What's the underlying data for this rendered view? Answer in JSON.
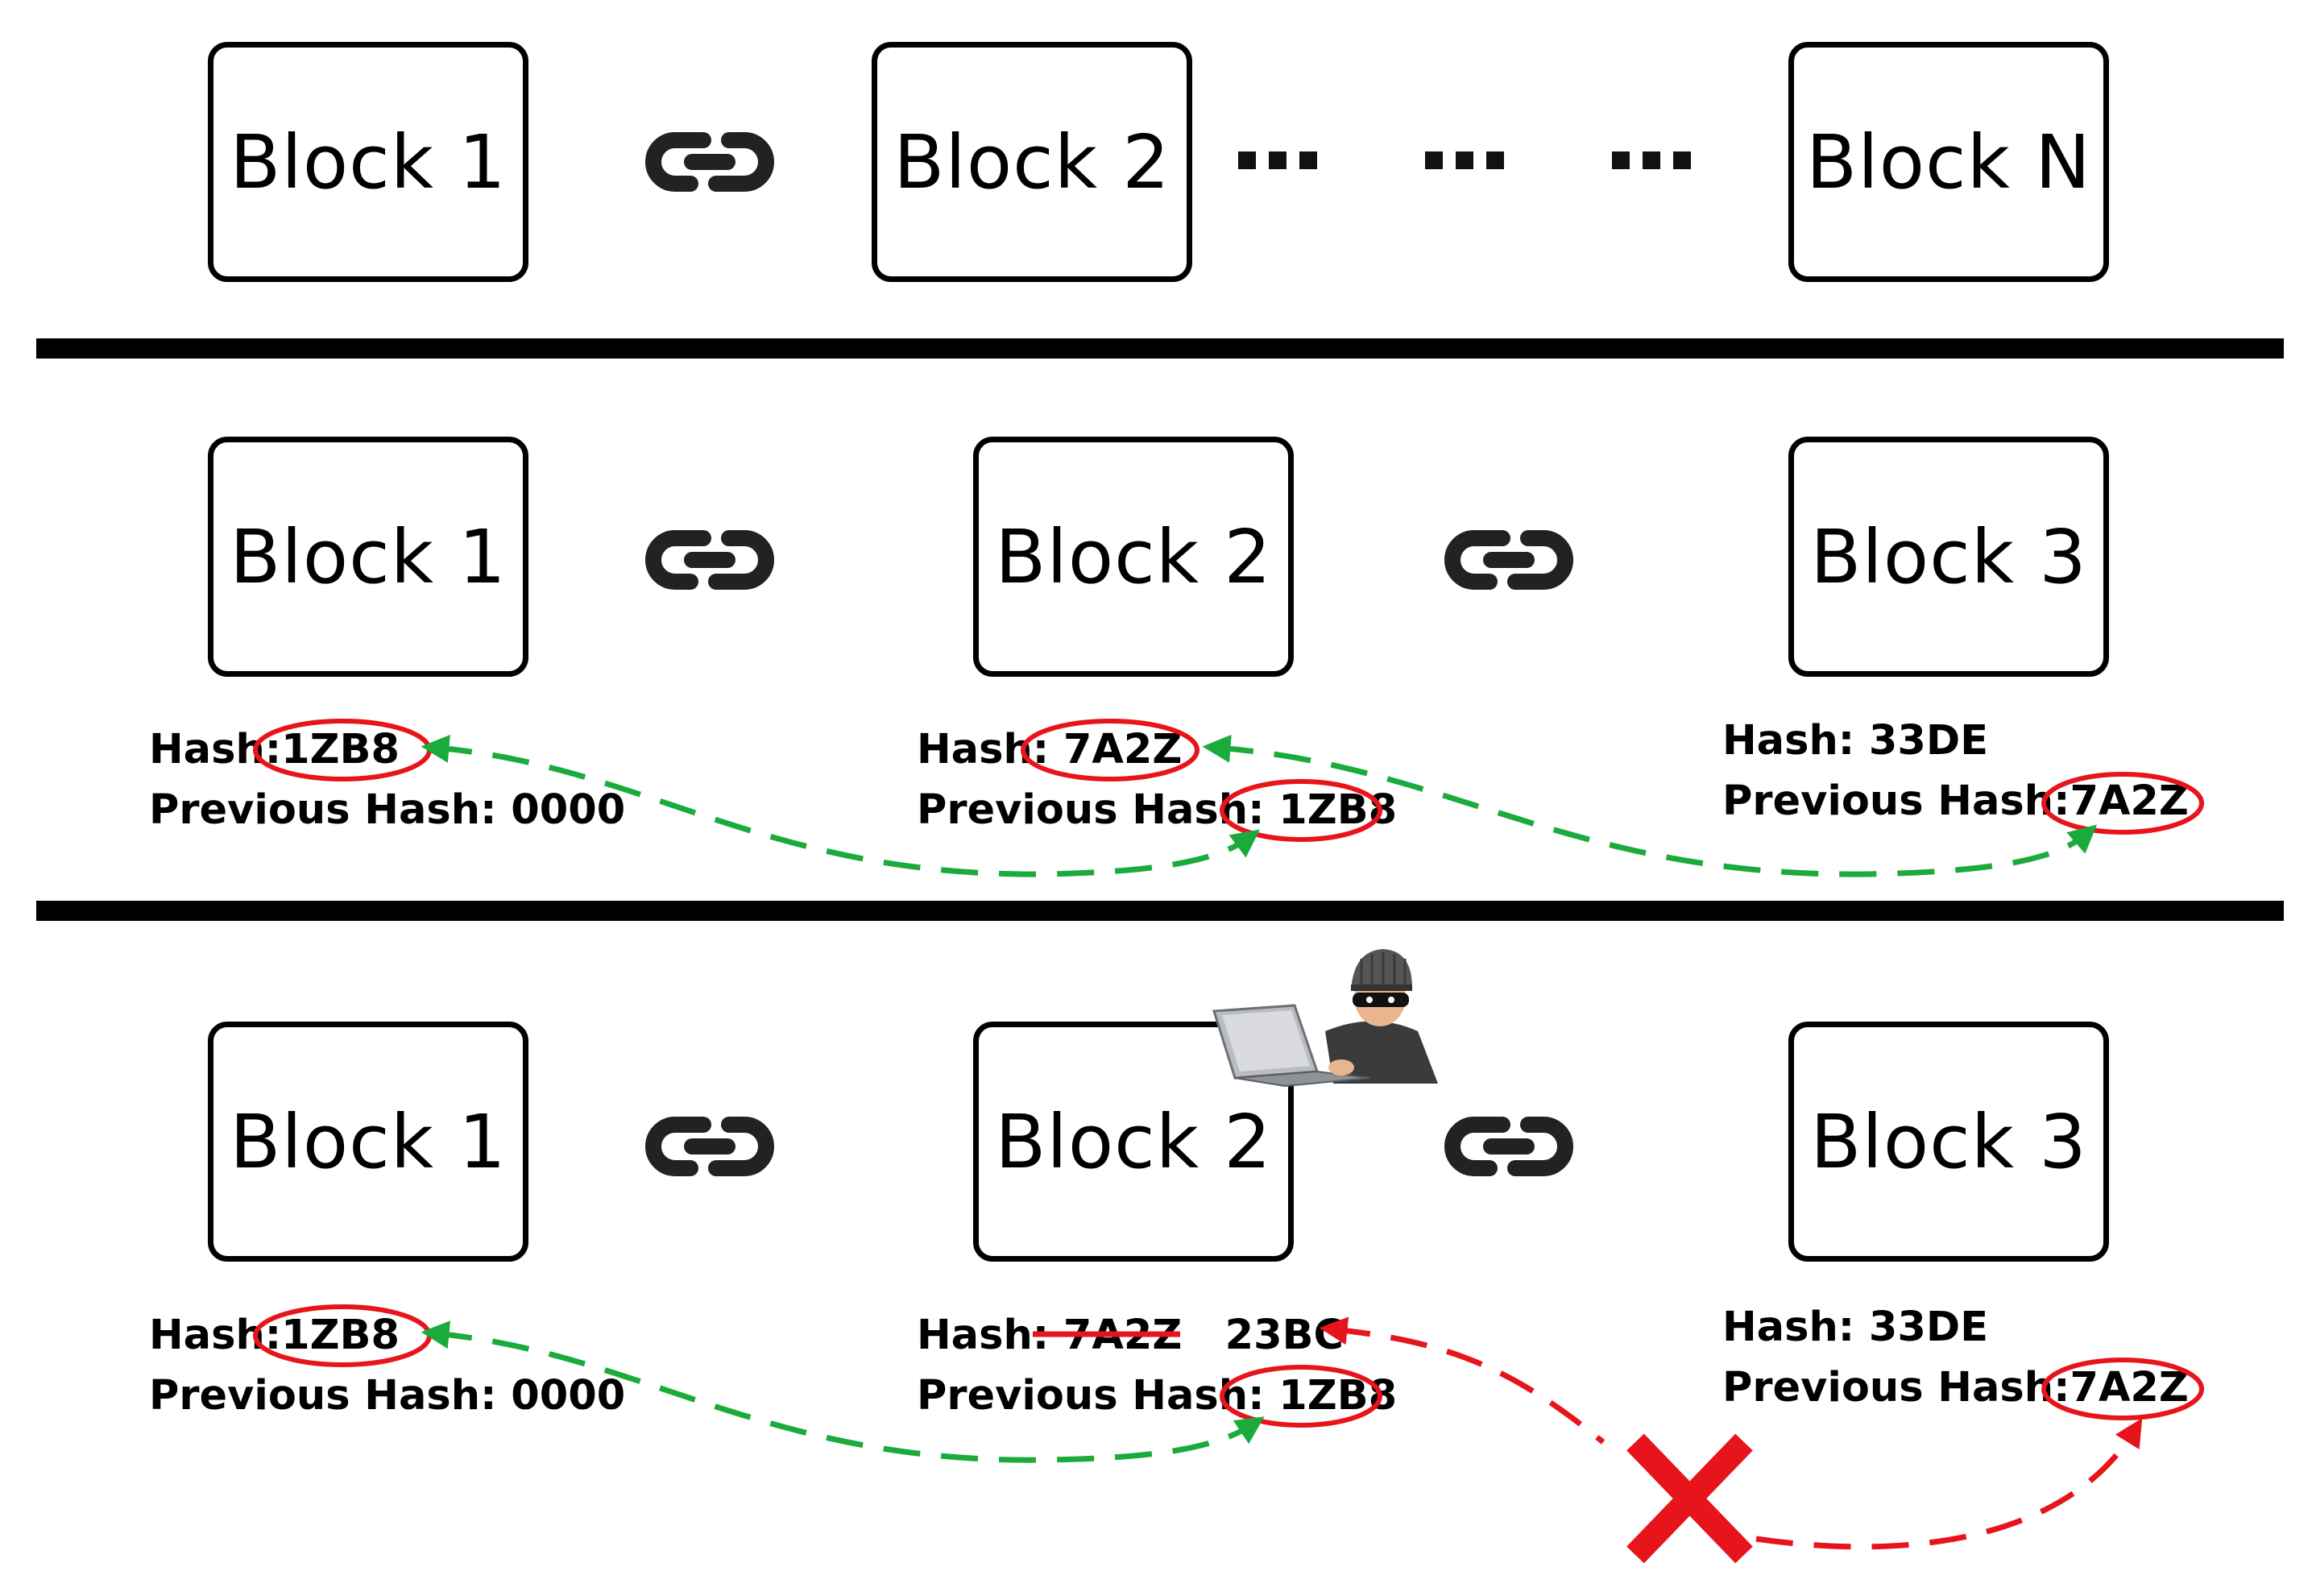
{
  "rows": [
    {
      "blocks": [
        {
          "label": "Block 1"
        },
        {
          "label": "Block 2"
        },
        {
          "label": "Block N"
        }
      ],
      "link_icon": "chain-link-icon",
      "dots": "■■■"
    },
    {
      "blocks": [
        {
          "label": "Block 1",
          "hash_label": "Hash:",
          "hash": "1ZB8",
          "prev_label": "Previous Hash:",
          "prev": "0000"
        },
        {
          "label": "Block 2",
          "hash_label": "Hash:",
          "hash": "7A2Z",
          "prev_label": "Previous Hash:",
          "prev": "1ZB8"
        },
        {
          "label": "Block 3",
          "hash_label": "Hash:",
          "hash": "33DE",
          "prev_label": "Previous Hash:",
          "prev": "7A2Z"
        }
      ],
      "link_icon": "chain-link-icon"
    },
    {
      "blocks": [
        {
          "label": "Block 1",
          "hash_label": "Hash:",
          "hash": "1ZB8",
          "prev_label": "Previous Hash:",
          "prev": "0000"
        },
        {
          "label": "Block 2",
          "hash_label": "Hash:",
          "hash_old": "7A2Z",
          "hash": "23BC",
          "prev_label": "Previous Hash:",
          "prev": "1ZB8"
        },
        {
          "label": "Block 3",
          "hash_label": "Hash:",
          "hash": "33DE",
          "prev_label": "Previous Hash:",
          "prev": "7A2Z"
        }
      ],
      "link_icon": "chain-link-icon",
      "attacker_icon": "hacker-with-laptop-icon",
      "broken_icon": "red-x-icon"
    }
  ],
  "colors": {
    "valid_link": "#1aab3c",
    "broken_link": "#e8141c",
    "highlight_ellipse": "#e8141c",
    "border": "#000000"
  }
}
